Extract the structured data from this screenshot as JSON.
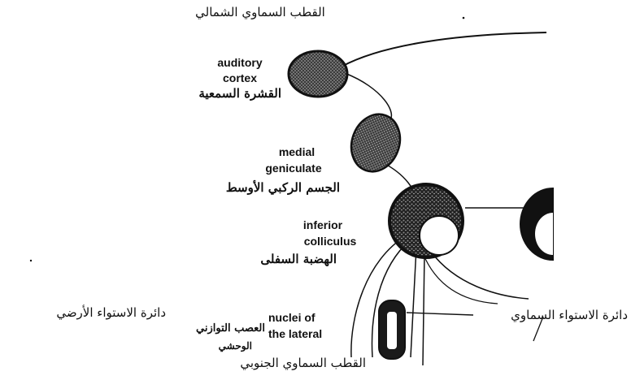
{
  "overlay_labels": {
    "north_celestial_pole": "القطب السماوي الشمالي",
    "terrestrial_equator": "دائرة الاستواء الأرضي",
    "celestial_equator": "دائرة الاستواء السماوي",
    "south_celestial_pole": "القطب السماوي الجنوبي"
  },
  "structures": {
    "auditory_cortex": {
      "en_line1": "auditory",
      "en_line2": "cortex",
      "ar": "القشرة السمعية"
    },
    "medial_geniculate": {
      "en_line1": "medial",
      "en_line2": "geniculate",
      "ar": "الجسم الركبي الأوسط"
    },
    "inferior_colliculus": {
      "en_line1": "inferior",
      "en_line2": "colliculus",
      "ar": "الهضبة السفلى"
    },
    "nuclei_lateral": {
      "en_line1": "nuclei of",
      "en_line2": "the lateral",
      "ar_line1": "العصب التوازني",
      "ar_line2": "الوحشي"
    }
  },
  "colors": {
    "ink": "#111111",
    "fill_dark": "#2a2a2a",
    "fill_mid": "#555555",
    "paper": "#ffffff"
  }
}
